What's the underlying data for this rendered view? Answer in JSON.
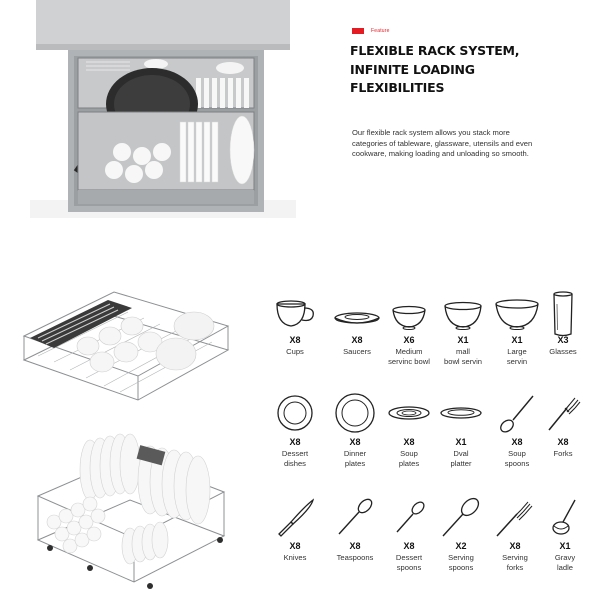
{
  "feature": {
    "tag": "Feature",
    "headline": [
      "FLEXIBLE RACK SYSTEM,",
      "INFINITE LOADING",
      "FLEXIBILITIES"
    ],
    "description": "Our flexible rack system allows you stack more categories of tableware, glassware, utensils and even cookware, making loading and unloading so smooth."
  },
  "colors": {
    "accent": "#e31b23"
  },
  "items": [
    {
      "qty": "X8",
      "label": [
        "Cups"
      ],
      "icon": "cup-icon"
    },
    {
      "qty": "X8",
      "label": [
        "Saucers"
      ],
      "icon": "saucer-icon"
    },
    {
      "qty": "X6",
      "label": [
        "Medium",
        "servinc bowl"
      ],
      "icon": "medium-bowl-icon"
    },
    {
      "qty": "X1",
      "label": [
        "mall",
        "bowl servin"
      ],
      "icon": "small-bowl-icon"
    },
    {
      "qty": "X1",
      "label": [
        "Large",
        "servin"
      ],
      "icon": "large-bowl-icon"
    },
    {
      "qty": "X3",
      "label": [
        "Glasses"
      ],
      "icon": "glass-icon"
    },
    {
      "qty": "X8",
      "label": [
        "Dessert",
        "dishes"
      ],
      "icon": "dessert-dish-icon"
    },
    {
      "qty": "X8",
      "label": [
        "Dinner",
        "plates"
      ],
      "icon": "dinner-plate-icon"
    },
    {
      "qty": "X8",
      "label": [
        "Soup",
        "plates"
      ],
      "icon": "soup-plate-icon"
    },
    {
      "qty": "X1",
      "label": [
        "Dval",
        "platter"
      ],
      "icon": "oval-platter-icon"
    },
    {
      "qty": "X8",
      "label": [
        "Soup",
        "spoons"
      ],
      "icon": "soup-spoon-icon"
    },
    {
      "qty": "X8",
      "label": [
        "Forks"
      ],
      "icon": "fork-icon"
    },
    {
      "qty": "X8",
      "label": [
        "Knives"
      ],
      "icon": "knife-icon"
    },
    {
      "qty": "X8",
      "label": [
        "Teaspoons"
      ],
      "icon": "teaspoon-icon"
    },
    {
      "qty": "X8",
      "label": [
        "Dessert",
        "spoons"
      ],
      "icon": "dessert-spoon-icon"
    },
    {
      "qty": "X2",
      "label": [
        "Serving",
        "spoons"
      ],
      "icon": "serving-spoon-icon"
    },
    {
      "qty": "X8",
      "label": [
        "Serving",
        "forks"
      ],
      "icon": "serving-fork-icon"
    },
    {
      "qty": "X1",
      "label": [
        "Gravy",
        "ladle"
      ],
      "icon": "gravy-ladle-icon"
    }
  ]
}
